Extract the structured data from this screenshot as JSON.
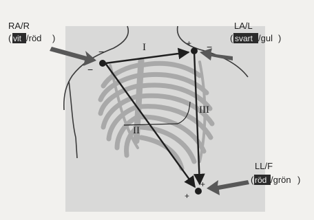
{
  "electrodes": {
    "ra": {
      "title": "RA/R",
      "hidden_word": "vit",
      "suffix": "/röd"
    },
    "la": {
      "title": "LA/L",
      "hidden_word": "svart",
      "suffix": "/gul"
    },
    "ll": {
      "title": "LL/F",
      "hidden_word": "röd",
      "suffix": "/grön"
    }
  },
  "leads": {
    "one": "I",
    "two": "II",
    "three": "III"
  },
  "polarity": {
    "negative": "−",
    "positive": "+"
  },
  "colors": {
    "paper": "#f2f1ee",
    "torso_panel": "#d9d9d8",
    "ribs": "#a9a9a9",
    "ink": "#1e1e1e",
    "highlight": "#2b2b2b",
    "pointer": "#585858"
  }
}
